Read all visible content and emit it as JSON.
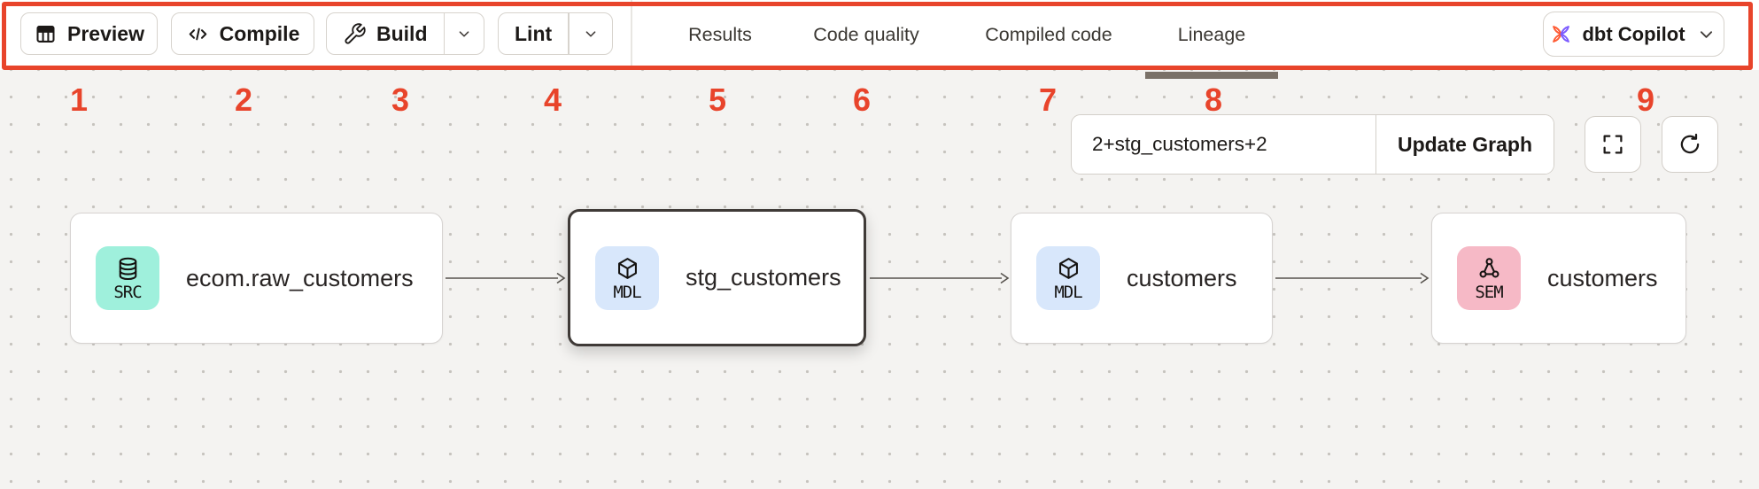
{
  "colors": {
    "annotation_red": "#e8442b",
    "src_badge": "#9ff0dc",
    "mdl_badge": "#d8e7fb",
    "sem_badge": "#f6b9c6",
    "selected_node_border": "#3f3a37"
  },
  "toolbar": {
    "preview_label": "Preview",
    "compile_label": "Compile",
    "build_label": "Build",
    "lint_label": "Lint",
    "tabs": [
      {
        "label": "Results"
      },
      {
        "label": "Code quality"
      },
      {
        "label": "Compiled code"
      },
      {
        "label": "Lineage"
      }
    ],
    "active_tab": "Lineage",
    "copilot_label": "dbt Copilot"
  },
  "annotation_numbers": [
    "1",
    "2",
    "3",
    "4",
    "5",
    "6",
    "7",
    "8",
    "9"
  ],
  "graph": {
    "selector_value": "2+stg_customers+2",
    "update_button_label": "Update Graph",
    "nodes": [
      {
        "badge": "SRC",
        "type": "source",
        "label": "ecom.raw_customers",
        "selected": false
      },
      {
        "badge": "MDL",
        "type": "model",
        "label": "stg_customers",
        "selected": true
      },
      {
        "badge": "MDL",
        "type": "model",
        "label": "customers",
        "selected": false
      },
      {
        "badge": "SEM",
        "type": "semantic",
        "label": "customers",
        "selected": false
      }
    ]
  }
}
